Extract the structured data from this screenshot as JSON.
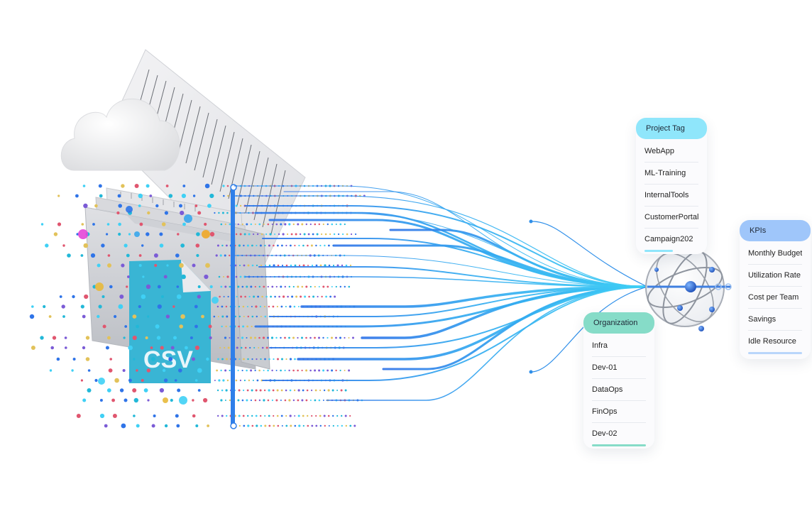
{
  "file_icon": {
    "label": "CSV"
  },
  "panels": {
    "project_tag": {
      "title": "Project Tag",
      "items": [
        "WebApp",
        "ML-Training",
        "InternalTools",
        "CustomerPortal",
        "Campaign202"
      ]
    },
    "kpis": {
      "title": "KPIs",
      "items": [
        "Monthly Budget",
        "Utilization Rate",
        "Cost per Team",
        "Savings",
        "Idle Resource"
      ]
    },
    "organization": {
      "title": "Organization",
      "items": [
        "Infra",
        "Dev-01",
        "DataOps",
        "FinOps",
        "Dev-02"
      ]
    }
  },
  "colors": {
    "stream_light": "#3fd0f5",
    "stream_dark": "#2f74e8",
    "folder": "#d4d6da",
    "csv_file": "#39b5d4",
    "project_header": "#8fe6fb",
    "kpis_header": "#9fc6fa",
    "org_header": "#86dcc8",
    "orb_node": "#2a6fd6"
  }
}
